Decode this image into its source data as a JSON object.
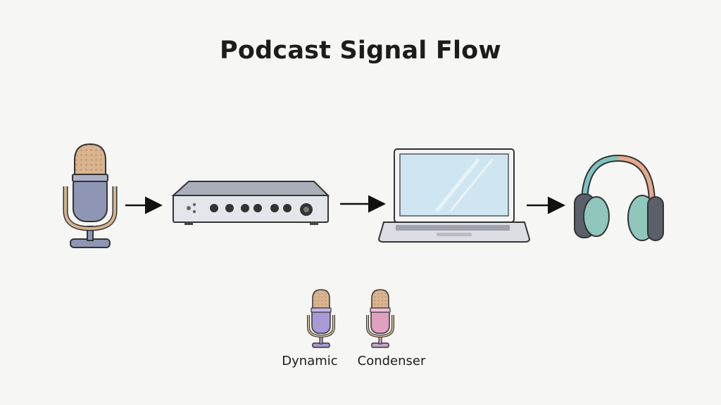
{
  "diagram": {
    "title": "Podcast Signal Flow",
    "nodes": [
      {
        "id": "microphone",
        "icon": "microphone-icon"
      },
      {
        "id": "audio-interface",
        "icon": "audio-interface-icon"
      },
      {
        "id": "laptop",
        "icon": "laptop-icon"
      },
      {
        "id": "headphones",
        "icon": "headphones-icon"
      }
    ],
    "edges": [
      {
        "from": "microphone",
        "to": "audio-interface"
      },
      {
        "from": "audio-interface",
        "to": "laptop"
      },
      {
        "from": "laptop",
        "to": "headphones"
      }
    ],
    "mic_types": [
      {
        "label": "Dynamic",
        "icon": "microphone-icon",
        "color": "#a99ad6"
      },
      {
        "label": "Condenser",
        "icon": "microphone-icon",
        "color": "#e0a0c0"
      }
    ],
    "colors": {
      "mic_grille": "#d9b48f",
      "mic_body": "#8e96b3",
      "mic_ring": "#d4b48e",
      "interface_body": "#e4e6ec",
      "laptop_screen": "#cfe6f2",
      "headband_left": "#7ec4c1",
      "headband_right": "#e3a98d",
      "earcup": "#8fc7bd"
    }
  }
}
